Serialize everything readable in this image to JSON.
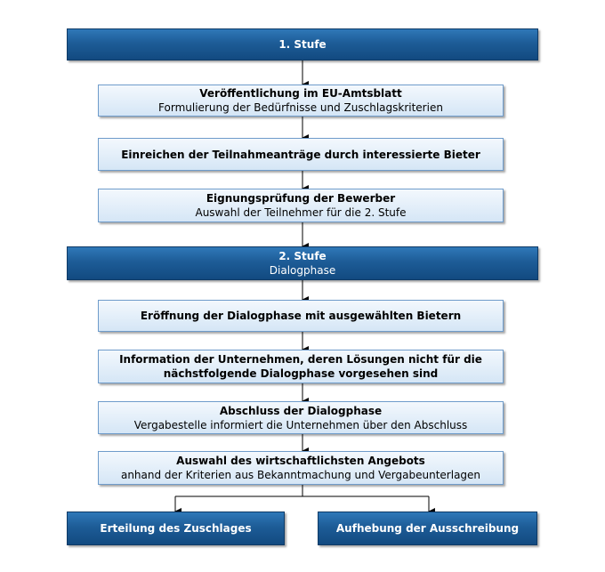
{
  "diagram": {
    "stage1": {
      "title": "1. Stufe"
    },
    "step1": {
      "title": "Veröffentlichung im EU-Amtsblatt",
      "subtitle": "Formulierung der Bedürfnisse und Zuschlagskriterien"
    },
    "step2": {
      "title": "Einreichen der Teilnahmeanträge durch interessierte Bieter"
    },
    "step3": {
      "title": "Eignungsprüfung der Bewerber",
      "subtitle": "Auswahl der Teilnehmer für die 2. Stufe"
    },
    "stage2": {
      "title": "2. Stufe",
      "subtitle": "Dialogphase"
    },
    "step4": {
      "title": "Eröffnung der Dialogphase mit ausgewählten Bietern"
    },
    "step5": {
      "title_line1": "Information der Unternehmen, deren Lösungen nicht für die",
      "title_line2": "nächstfolgende Dialogphase vorgesehen sind"
    },
    "step6": {
      "title": "Abschluss der Dialogphase",
      "subtitle": "Vergabestelle informiert die Unternehmen über den Abschluss"
    },
    "step7": {
      "title": "Auswahl des wirtschaftlichsten Angebots",
      "subtitle": "anhand der Kriterien aus Bekanntmachung und Vergabeunterlagen"
    },
    "outcome_left": {
      "title": "Erteilung des Zuschlages"
    },
    "outcome_right": {
      "title": "Aufhebung der Ausschreibung"
    },
    "colors": {
      "dark_box": "#1d5c97",
      "light_box": "#d5e6f6",
      "border": "#6f9ccb"
    }
  }
}
